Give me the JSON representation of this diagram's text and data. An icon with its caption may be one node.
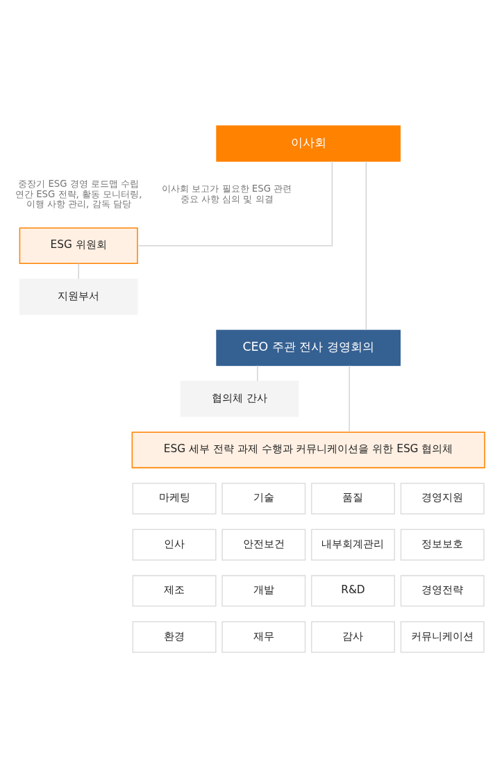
{
  "diagram": {
    "nodes": [
      {
        "text": [
          "이사회"
        ],
        "beside": [
          "이사회 보고가 필요한 ESG 관련 중요 사항 심의 및 의결"
        ]
      },
      {
        "text": [
          "ESG 위원회"
        ],
        "beside": [
          "중장기 ESG 경영 로드맵 수립 연간 ESG 전략, 활동 모니터링, 이행 사항 관리, 감독 담당"
        ]
      },
      {
        "text": [
          "지원부서"
        ]
      },
      {
        "text": [
          "CEO 주관 전사 경영회의"
        ]
      },
      {
        "text": [
          "협의체 간사"
        ]
      },
      {
        "text": [
          "ESG 세부 전략 과제 수행과 커뮤니케이션을 위한 ESG 협의체"
        ]
      },
      {
        "text": [
          "마케팅"
        ]
      },
      {
        "text": [
          "기술"
        ]
      },
      {
        "text": [
          "품질"
        ]
      },
      {
        "text": [
          "경영지원"
        ]
      },
      {
        "text": [
          "인사"
        ]
      },
      {
        "text": [
          "안전보건"
        ]
      },
      {
        "text": [
          "내부회계관리"
        ]
      },
      {
        "text": [
          "정보보호"
        ]
      },
      {
        "text": [
          "제조"
        ]
      },
      {
        "text": [
          "개발"
        ]
      },
      {
        "text": [
          "R&D"
        ]
      },
      {
        "text": [
          "경영전략"
        ]
      },
      {
        "text": [
          "환경"
        ]
      },
      {
        "text": [
          "재무"
        ]
      },
      {
        "text": [
          "감사"
        ]
      },
      {
        "text": [
          "커뮤니케이션"
        ]
      }
    ],
    "edges": [
      {
        "from": 0,
        "to": 1,
        "arrow": "none"
      },
      {
        "from": 0,
        "to": 3,
        "arrow": "none"
      },
      {
        "from": 1,
        "to": 2,
        "arrow": "none"
      },
      {
        "from": 3,
        "to": 4,
        "arrow": "none"
      },
      {
        "from": 3,
        "to": 5,
        "arrow": "none"
      }
    ]
  }
}
